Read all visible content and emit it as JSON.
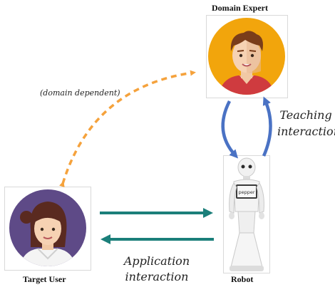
{
  "nodes": {
    "expert": {
      "label": "Domain Expert",
      "icon": "male-avatar-icon",
      "bg": "#f2a50c",
      "shirt": "#cf3b3f"
    },
    "user": {
      "label": "Target User",
      "icon": "female-avatar-icon",
      "bg": "#5e4a87"
    },
    "robot": {
      "label": "Robot",
      "icon": "pepper-robot-icon",
      "screen_text": "pepper"
    }
  },
  "edges": {
    "domain": {
      "label": "(domain dependent)",
      "color": "#f5a23c",
      "style": "dashed"
    },
    "teaching": {
      "line1": "Teaching",
      "line2": "interaction",
      "color": "#4a72c4"
    },
    "application": {
      "line1": "Application",
      "line2": "interaction",
      "color": "#1b7f7a"
    }
  }
}
